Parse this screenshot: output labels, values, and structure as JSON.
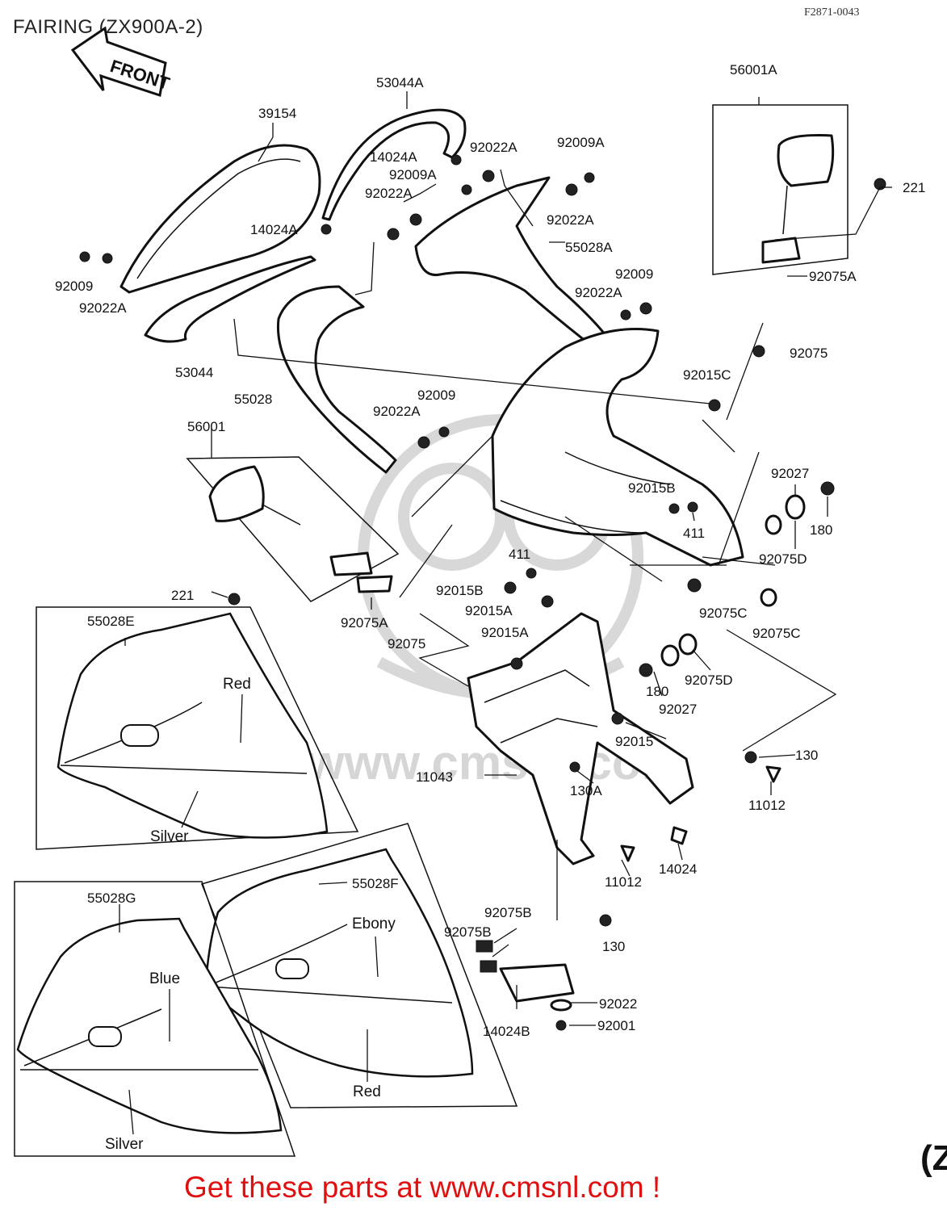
{
  "header": {
    "title": "FAIRING (ZX900A-2)",
    "ref_code": "F2871-0043",
    "front_label": "FRONT"
  },
  "watermark": "www.cmsnl.com",
  "footer": "Get these parts at www.cmsnl.com !",
  "corner_mark": "(Z",
  "parts": {
    "p53044A": "53044A",
    "p39154": "39154",
    "p56001A": "56001A",
    "p14024A_a": "14024A",
    "p92022A_a": "92022A",
    "p92009A_a": "92009A",
    "p92009A_b": "92009A",
    "p92022A_b": "92022A",
    "p221_a": "221",
    "p92022A_c": "92022A",
    "p14024A_b": "14024A",
    "p55028A": "55028A",
    "p92009_a": "92009",
    "p92022A_d": "92022A",
    "p92009_b": "92009",
    "p92022A_e": "92022A",
    "p92075A_a": "92075A",
    "p53044": "53044",
    "p92075_a": "92075",
    "p92015C": "92015C",
    "p55028": "55028",
    "p92009_c": "92009",
    "p92022A_f": "92022A",
    "p56001": "56001",
    "p92027_a": "92027",
    "p92015B_a": "92015B",
    "p180_a": "180",
    "p411_a": "411",
    "p92075D_a": "92075D",
    "p411_b": "411",
    "p92015B_b": "92015B",
    "p221_b": "221",
    "p92015A_a": "92015A",
    "p92075C_a": "92075C",
    "p55028E": "55028E",
    "p92075A_b": "92075A",
    "p92015A_b": "92015A",
    "p92075C_b": "92075C",
    "p92075_b": "92075",
    "p92075D_b": "92075D",
    "p180_b": "180",
    "p92027_b": "92027",
    "p92015": "92015",
    "p130_a": "130",
    "p11043": "11043",
    "p130A": "130A",
    "p11012_a": "11012",
    "p14024": "14024",
    "p11012_b": "11012",
    "p55028F": "55028F",
    "p55028G": "55028G",
    "p92075B_a": "92075B",
    "p92075B_b": "92075B",
    "p130_b": "130",
    "p92022": "92022",
    "p14024B": "14024B",
    "p92001": "92001"
  },
  "colors_text": {
    "red_1": "Red",
    "silver_1": "Silver",
    "ebony": "Ebony",
    "blue": "Blue",
    "red_2": "Red",
    "silver_2": "Silver"
  },
  "style": {
    "footer_color": "#e01010",
    "line_color": "#111111",
    "watermark_color": "#d8d8d8"
  }
}
